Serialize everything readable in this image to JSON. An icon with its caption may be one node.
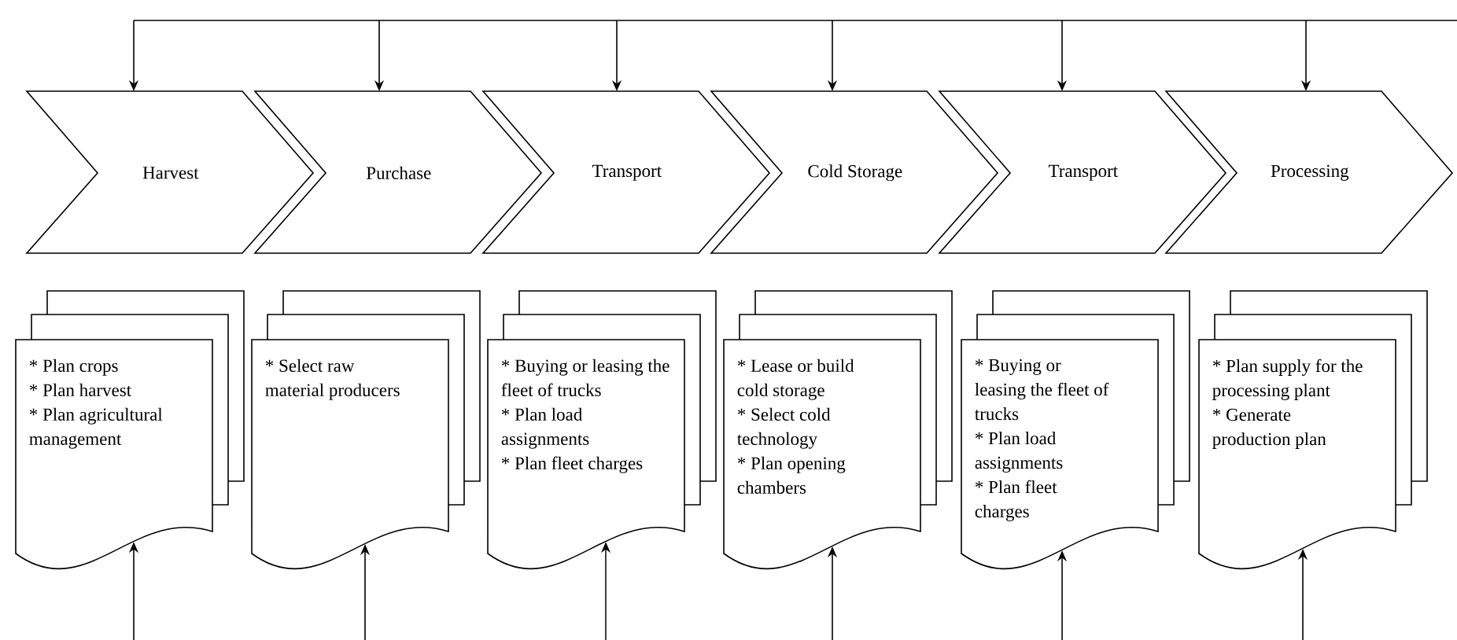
{
  "diagram": {
    "nodes": [
      {
        "text": [
          "Harvest"
        ]
      },
      {
        "text": [
          "Purchase"
        ]
      },
      {
        "text": [
          "Transport"
        ]
      },
      {
        "text": [
          "Cold Storage"
        ]
      },
      {
        "text": [
          "Transport"
        ]
      },
      {
        "text": [
          "Processing"
        ]
      },
      {
        "text": [
          "* Plan crops",
          "* Plan harvest",
          "* Plan agricultural management"
        ]
      },
      {
        "text": [
          "* Select raw material producers"
        ]
      },
      {
        "text": [
          "* Buying or leasing the fleet of trucks",
          "* Plan load assignments",
          "* Plan fleet charges"
        ]
      },
      {
        "text": [
          "* Lease or build cold storage",
          "* Select cold technology",
          "* Plan opening chambers"
        ]
      },
      {
        "text": [
          "* Buying or leasing the fleet of trucks",
          "* Plan load assignments",
          "* Plan fleet charges"
        ]
      },
      {
        "text": [
          "* Plan supply for the processing plant",
          "* Generate production plan"
        ]
      }
    ],
    "edges": [
      {
        "from": null,
        "to": 0,
        "arrow": "to"
      },
      {
        "from": null,
        "to": 1,
        "arrow": "to"
      },
      {
        "from": null,
        "to": 2,
        "arrow": "to"
      },
      {
        "from": null,
        "to": 3,
        "arrow": "to"
      },
      {
        "from": null,
        "to": 4,
        "arrow": "to"
      },
      {
        "from": null,
        "to": 5,
        "arrow": "to"
      },
      {
        "from": null,
        "to": 6,
        "arrow": "to"
      },
      {
        "from": null,
        "to": 7,
        "arrow": "to"
      },
      {
        "from": null,
        "to": 8,
        "arrow": "to"
      },
      {
        "from": null,
        "to": 9,
        "arrow": "to"
      },
      {
        "from": null,
        "to": 10,
        "arrow": "to"
      },
      {
        "from": null,
        "to": 11,
        "arrow": "to"
      }
    ]
  }
}
